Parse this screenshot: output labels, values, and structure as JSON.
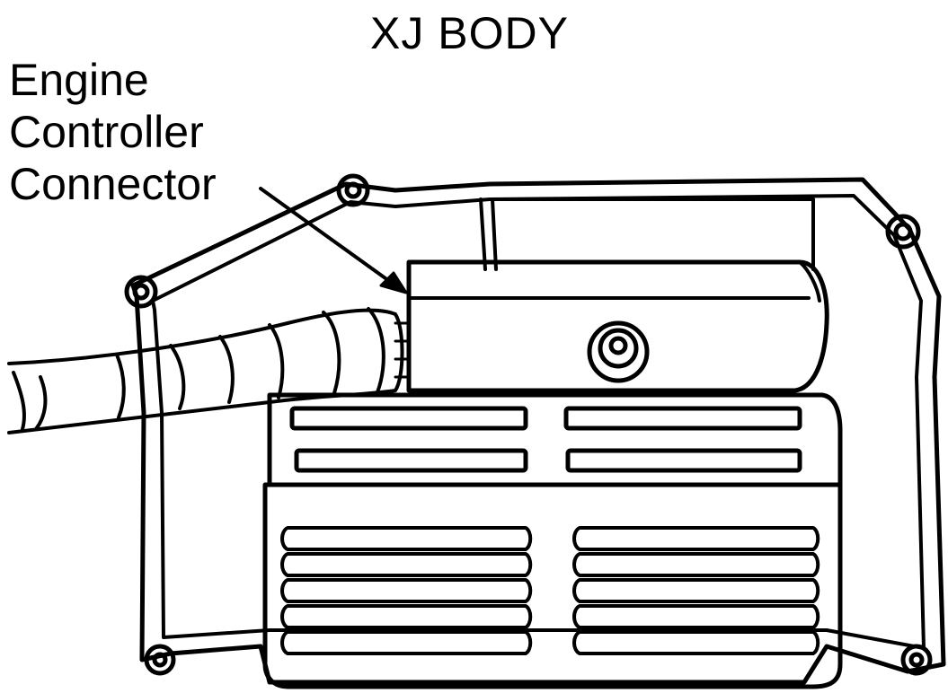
{
  "figure": {
    "title": "XJ BODY",
    "callout": {
      "lines": [
        "Engine",
        "Controller",
        "Connector"
      ]
    }
  },
  "colors": {
    "ink": "#000000",
    "paper": "#ffffff"
  }
}
